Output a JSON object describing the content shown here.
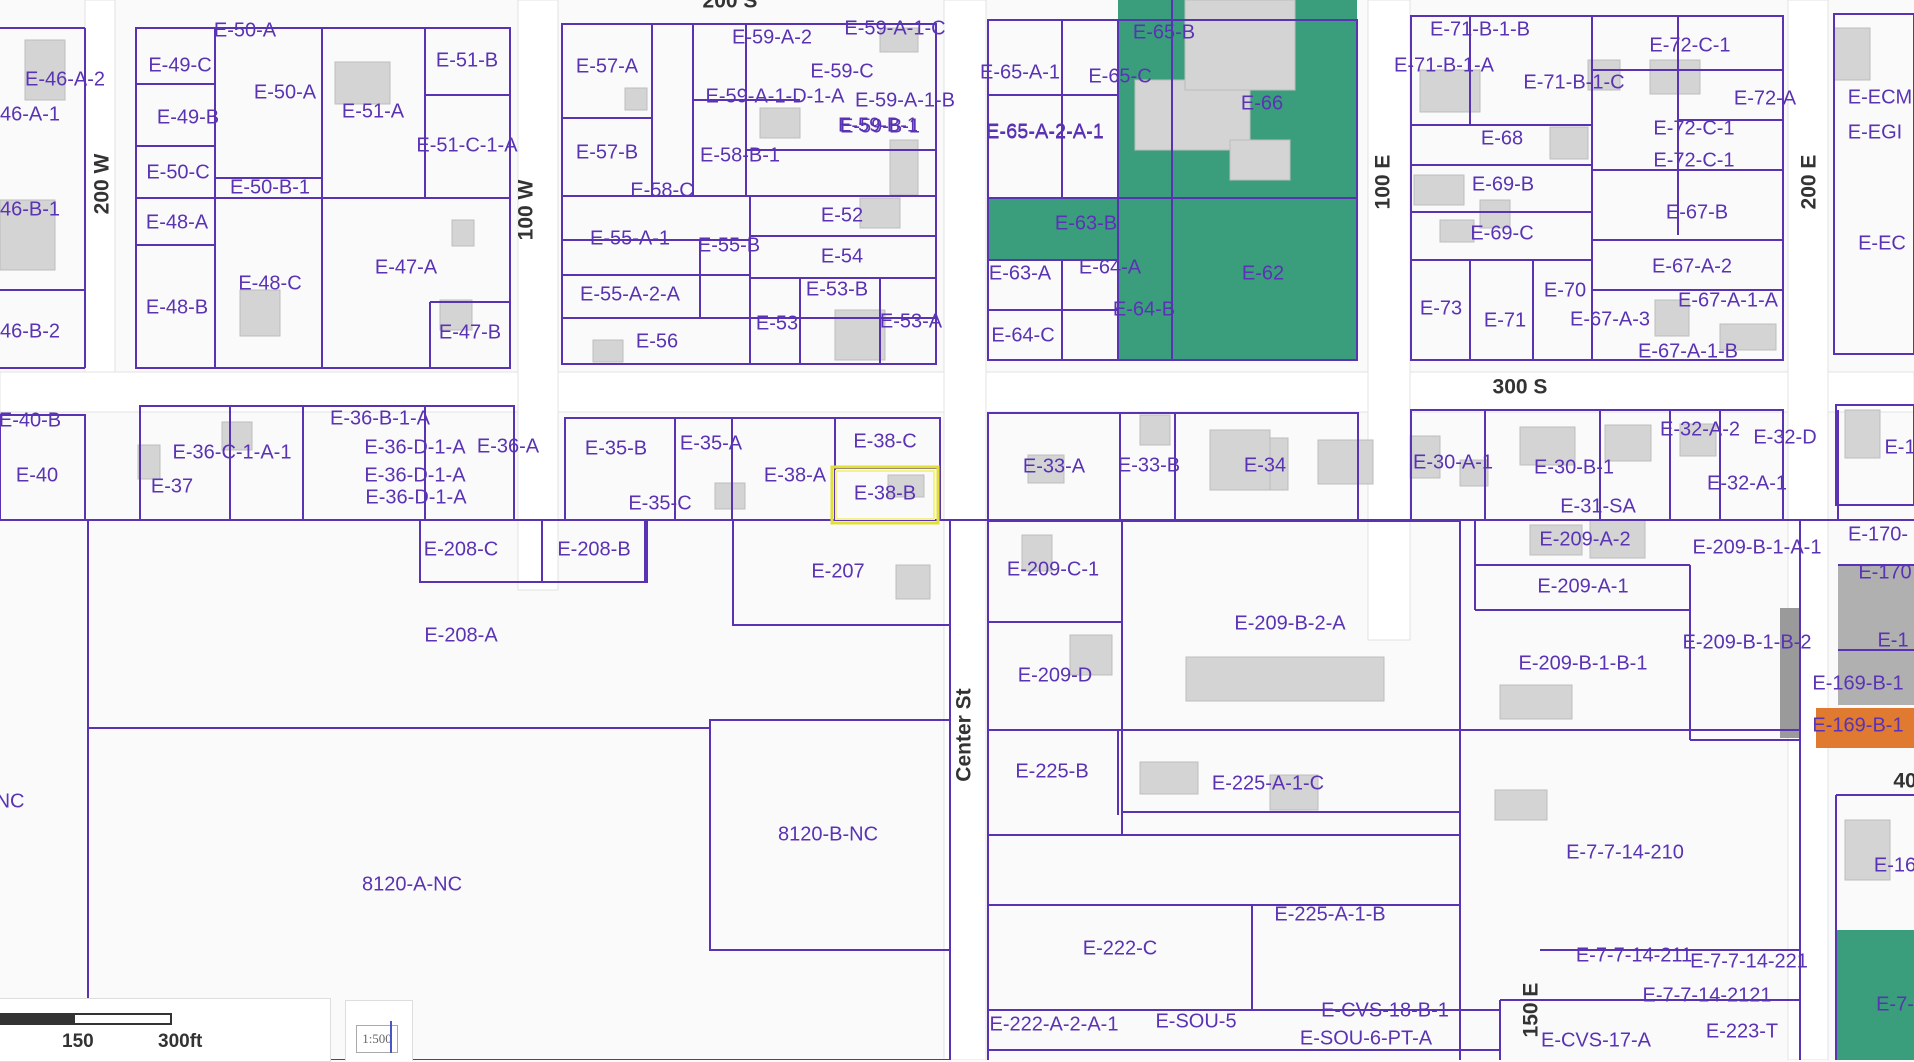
{
  "map": {
    "colors": {
      "background": "#fafafa",
      "parcel_line": "#5a33b4",
      "label": "#5a33b4",
      "building": "#d4d4d4",
      "green_parcel": "#3a9e7c",
      "selection": "#e0e035",
      "street_label": "#333333",
      "orange_parcel": "#e07a30"
    },
    "streets": {
      "s200s": "200 S",
      "s200w": "200 W",
      "s100w": "100 W",
      "s100e": "100 E",
      "s200e": "200 E",
      "s300s": "300 S",
      "center": "Center St",
      "s150e": "150 E",
      "s400": "40"
    },
    "selected_parcel": "E-38-B",
    "parcel_labels": [
      "E-50-A",
      "E-49-C",
      "E-50-A",
      "E-51-B",
      "E-46-A-2",
      "46-A-1",
      "E-49-B",
      "E-51-A",
      "E-51-C-1-A",
      "E-50-C",
      "E-50-B-1",
      "46-B-1",
      "E-48-A",
      "E-47-A",
      "E-48-C",
      "E-48-B",
      "E-47-B",
      "46-B-2",
      "E-57-A",
      "E-59-A-2",
      "E-59-A-1-C",
      "E-59-C",
      "E-59-A-1-D-1-A",
      "E-59-A-1-B",
      "E-57-B",
      "E-58-B-1",
      "E-59-B-1",
      "E-59-B-1",
      "E-58-C",
      "E-52",
      "E-55-A-1",
      "E-55-B",
      "E-54",
      "E-55-A-2-A",
      "E-53-B",
      "E-53",
      "E-53-A",
      "E-56",
      "E-65-B",
      "E-65-A-1",
      "E-65-C",
      "E-66",
      "E-65-A-2-A-1",
      "E-65-A-2-A-1",
      "E-63-B",
      "E-63-A",
      "E-64-A",
      "E-62",
      "E-64-C",
      "E-64-B",
      "E-71-B-1-B",
      "E-71-B-1-A",
      "E-71-B-1-C",
      "E-72-C-1",
      "E-72-A",
      "E-ECM",
      "E-EGI",
      "E-68",
      "E-72-C-1",
      "E-72-C-1",
      "E-69-B",
      "E-67-B",
      "E-69-C",
      "E-EC",
      "E-67-A-2",
      "E-73",
      "E-71",
      "E-70",
      "E-67-A-3",
      "E-67-A-1-A",
      "E-67-A-1-B",
      "E-40-B",
      "E-40",
      "E-36-C-1-A-1",
      "E-36-B-1-A",
      "E-36-D-1-A",
      "E-36-A",
      "E-36-D-1-A",
      "E-37",
      "E-36-D-1-A",
      "E-35-B",
      "E-35-A",
      "E-38-C",
      "E-38-A",
      "E-38-B",
      "E-35-C",
      "E-33-A",
      "E-33-B",
      "E-34",
      "E-30-A-1",
      "E-30-B-1",
      "E-32-A-2",
      "E-32-D",
      "E-32-A-1",
      "E-31-SA",
      "E-1",
      "E-208-C",
      "E-208-B",
      "E-207",
      "E-208-A",
      "E-209-C-1",
      "E-209-B-2-A",
      "E-209-A-2",
      "E-209-A-1",
      "E-209-B-1-A-1",
      "E-170-",
      "E-170",
      "E-1",
      "E-209-D",
      "E-209-B-1-B-2",
      "E-209-B-1-B-1",
      "E-169-B-1",
      "E-169-B-1",
      "NC",
      "8120-B-NC",
      "8120-A-NC",
      "E-225-B",
      "E-225-A-1-C",
      "E-7-7-14-210",
      "E-16",
      "E-222-C",
      "E-225-A-1-B",
      "E-7-7-14-211",
      "E-7-7-14-221",
      "E-7-7-14-2121",
      "E-7-",
      "E-222-A-2-A-1",
      "E-SOU-5",
      "E-CVS-18-B-1",
      "E-SOU-6-PT-A",
      "E-CVS-17-A",
      "E-223-T"
    ]
  },
  "scale": {
    "tick_150": "150",
    "tick_300": "300ft",
    "ratio": "1:500"
  }
}
